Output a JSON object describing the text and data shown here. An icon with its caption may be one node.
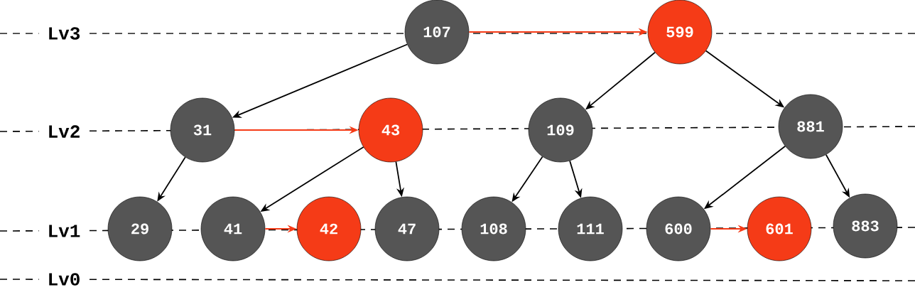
{
  "diagram": {
    "nodes": [
      {
        "text": [
          "107"
        ]
      },
      {
        "text": [
          "599"
        ]
      },
      {
        "text": [
          "31"
        ]
      },
      {
        "text": [
          "43"
        ]
      },
      {
        "text": [
          "109"
        ]
      },
      {
        "text": [
          "881"
        ]
      },
      {
        "text": [
          "29"
        ]
      },
      {
        "text": [
          "41"
        ]
      },
      {
        "text": [
          "42"
        ]
      },
      {
        "text": [
          "47"
        ]
      },
      {
        "text": [
          "108"
        ]
      },
      {
        "text": [
          "111"
        ]
      },
      {
        "text": [
          "600"
        ]
      },
      {
        "text": [
          "601"
        ]
      },
      {
        "text": [
          "883"
        ]
      }
    ],
    "edges": [
      {
        "from": 0,
        "to": 1,
        "arrow": "to",
        "color": "#f53b17"
      },
      {
        "from": 0,
        "to": 2,
        "arrow": "to"
      },
      {
        "from": 1,
        "to": 4,
        "arrow": "to"
      },
      {
        "from": 1,
        "to": 5,
        "arrow": "to"
      },
      {
        "from": 2,
        "to": 3,
        "arrow": "to",
        "color": "#f53b17"
      },
      {
        "from": 2,
        "to": 6,
        "arrow": "to"
      },
      {
        "from": 3,
        "to": 7,
        "arrow": "to"
      },
      {
        "from": 3,
        "to": 9,
        "arrow": "to"
      },
      {
        "from": 4,
        "to": 10,
        "arrow": "to"
      },
      {
        "from": 4,
        "to": 11,
        "arrow": "to"
      },
      {
        "from": 5,
        "to": 12,
        "arrow": "to"
      },
      {
        "from": 5,
        "to": 14,
        "arrow": "to"
      },
      {
        "from": 7,
        "to": 8,
        "arrow": "to",
        "color": "#f53b17"
      },
      {
        "from": 12,
        "to": 13,
        "arrow": "to",
        "color": "#f53b17"
      }
    ],
    "labels": [
      "Lv3",
      "Lv2",
      "Lv1",
      "Lv0"
    ]
  }
}
